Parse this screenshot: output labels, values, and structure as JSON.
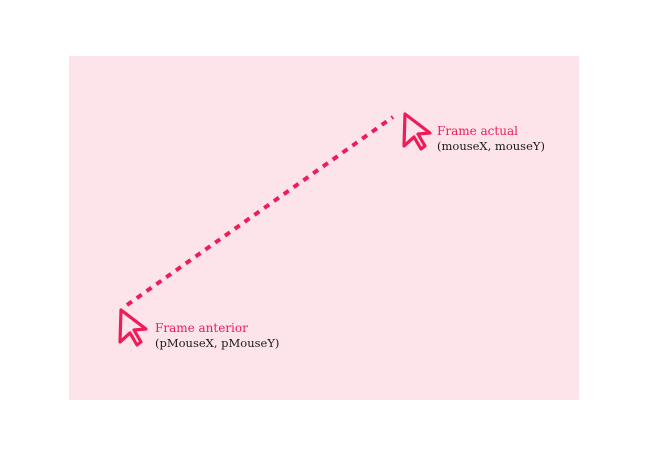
{
  "colors": {
    "background": "#fde4ea",
    "accent": "#ee1d5a",
    "text": "#1a1a1a"
  },
  "current_frame": {
    "icon": "cursor-arrow-icon",
    "title": "Frame actual",
    "coords": "(mouseX, mouseY)"
  },
  "previous_frame": {
    "icon": "cursor-arrow-icon",
    "title": "Frame anterior",
    "coords": "(pMouseX, pMouseY)"
  },
  "connector": {
    "style": "dotted"
  }
}
